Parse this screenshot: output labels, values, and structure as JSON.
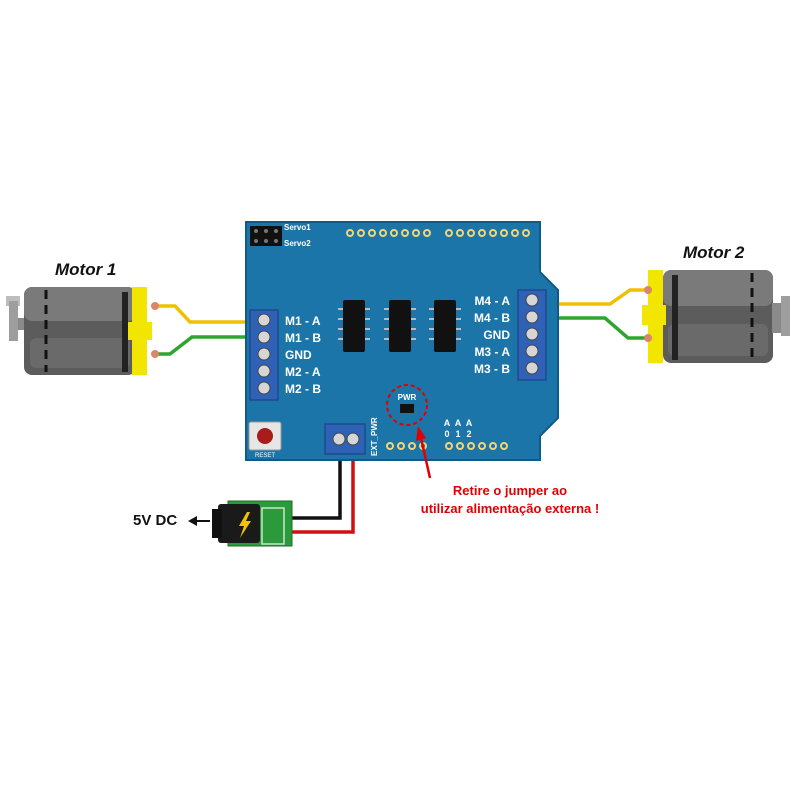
{
  "motor_left": {
    "title": "Motor 1"
  },
  "motor_right": {
    "title": "Motor 2"
  },
  "board": {
    "servo_labels": [
      "Servo1",
      "Servo2"
    ],
    "left_terminals": [
      "M1 - A",
      "M1 - B",
      "GND",
      "M2 - A",
      "M2 - B"
    ],
    "right_terminals": [
      "M4 - A",
      "M4 - B",
      "GND",
      "M3 - A",
      "M3 - B"
    ],
    "reset_label": "RESET",
    "ext_pwr_label": "EXT_PWR",
    "pwr_label": "PWR",
    "analog_labels_top": [
      "A",
      "A",
      "A"
    ],
    "analog_labels_bottom": [
      "0",
      "1",
      "2"
    ]
  },
  "power": {
    "label": "5V DC"
  },
  "annotation": {
    "line1": "Retire o jumper ao",
    "line2": "utilizar alimentação externa !"
  },
  "colors": {
    "board": "#1b75a8",
    "board_edge": "#0f5a86",
    "terminal_block": "#2f62b6",
    "motor_mount": "#f2e600",
    "wire_yellow": "#f0c000",
    "wire_green": "#2ea52e",
    "wire_red": "#d01010",
    "annotation": "#e00000"
  }
}
